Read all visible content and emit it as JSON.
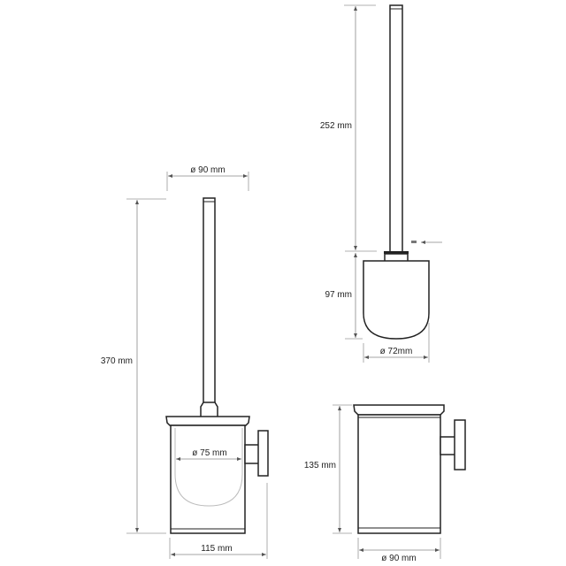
{
  "diagram": {
    "title": "Toilet brush holder technical drawing",
    "views": {
      "assembled": {
        "labels": {
          "top_diameter": "ø 90 mm",
          "total_height": "370 mm",
          "inner_diameter": "ø 75 mm",
          "depth": "115 mm"
        }
      },
      "brush": {
        "labels": {
          "handle_length": "252 mm",
          "head_height": "97 mm",
          "head_diameter": "ø 72mm"
        }
      },
      "container": {
        "labels": {
          "height": "135 mm",
          "diameter": "ø 90 mm"
        }
      }
    },
    "colors": {
      "line": "#222222",
      "dimension": "#888888",
      "background": "#ffffff"
    }
  }
}
